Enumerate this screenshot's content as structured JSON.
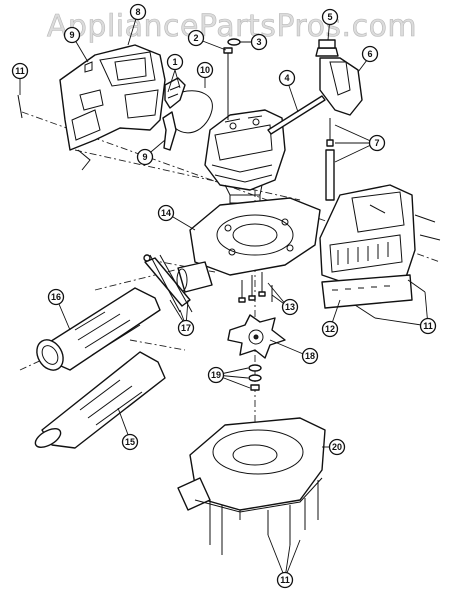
{
  "watermark": "AppliancePartsPros.com",
  "callouts": [
    {
      "id": "c1",
      "label": "1"
    },
    {
      "id": "c2",
      "label": "2"
    },
    {
      "id": "c3",
      "label": "3"
    },
    {
      "id": "c4",
      "label": "4"
    },
    {
      "id": "c5",
      "label": "5"
    },
    {
      "id": "c6",
      "label": "6"
    },
    {
      "id": "c7",
      "label": "7"
    },
    {
      "id": "c8",
      "label": "8"
    },
    {
      "id": "c9a",
      "label": "9"
    },
    {
      "id": "c9b",
      "label": "9"
    },
    {
      "id": "c10",
      "label": "10"
    },
    {
      "id": "c11a",
      "label": "11"
    },
    {
      "id": "c11b",
      "label": "11"
    },
    {
      "id": "c11c",
      "label": "11"
    },
    {
      "id": "c12",
      "label": "12"
    },
    {
      "id": "c13",
      "label": "13"
    },
    {
      "id": "c14",
      "label": "14"
    },
    {
      "id": "c15",
      "label": "15"
    },
    {
      "id": "c16",
      "label": "16"
    },
    {
      "id": "c17",
      "label": "17"
    },
    {
      "id": "c18",
      "label": "18"
    },
    {
      "id": "c19",
      "label": "19"
    },
    {
      "id": "c20",
      "label": "20"
    }
  ]
}
